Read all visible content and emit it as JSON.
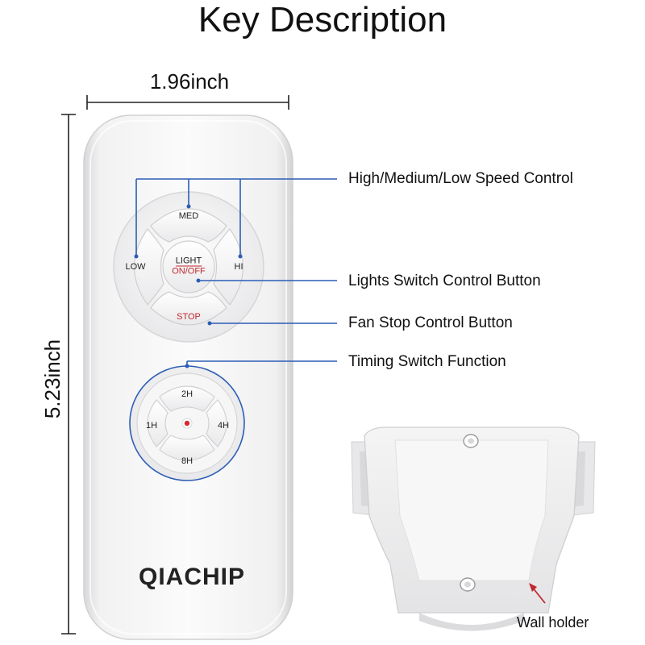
{
  "title": "Key Description",
  "dimensions": {
    "width": "1.96inch",
    "height": "5.23inch"
  },
  "remote": {
    "brand": "QIACHIP",
    "speed_buttons": {
      "med": "MED",
      "low": "LOW",
      "hi": "HI"
    },
    "light_button": {
      "line1": "LIGHT",
      "line2": "ON/OFF"
    },
    "stop_button": "STOP",
    "timer_buttons": {
      "t2": "2H",
      "t1": "1H",
      "t4": "4H",
      "t8": "8H"
    }
  },
  "callouts": {
    "speed": "High/Medium/Low Speed Control",
    "light": "Lights Switch Control Button",
    "stop": "Fan Stop Control Button",
    "timer": "Timing Switch Function"
  },
  "wall_holder_label": "Wall holder",
  "colors": {
    "callout_line": "#2c5db5",
    "accent_red": "#c0282d"
  }
}
